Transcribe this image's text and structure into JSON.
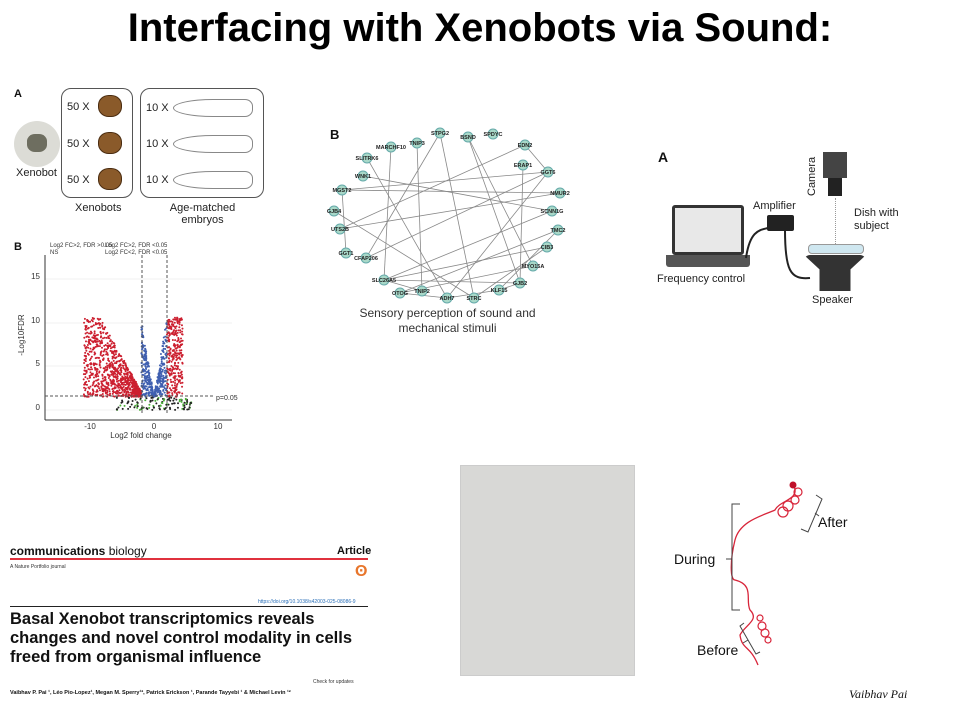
{
  "slide": {
    "title": "Interfacing with Xenobots via Sound:",
    "author": "Vaibhav Pai"
  },
  "panel_a": {
    "letter": "A",
    "xenobot_label": "Xenobot",
    "xenobot_counts": [
      "50 X",
      "50 X",
      "50 X"
    ],
    "embryo_counts": [
      "10 X",
      "10 X",
      "10 X"
    ],
    "xenobots_caption": "Xenobots",
    "embryos_caption": "Age-matched embryos"
  },
  "volcano": {
    "letter": "B",
    "legend": [
      "Log2 FC>2, FDR >0.05",
      "NS",
      "Log2 FC>2, FDR <0.05",
      "Log2 FC<2, FDR <0.05"
    ],
    "ylabel": "-Log10FDR",
    "xlabel": "Log2 fold change",
    "x_ticks": [
      "-10",
      "0",
      "10"
    ],
    "y_ticks": [
      "0",
      "5",
      "10",
      "15"
    ],
    "threshold_label": "p=0.05",
    "colors": {
      "sig": "#cc1f2f",
      "fdr": "#3f5fb0",
      "fc": "#4caf3a",
      "ns": "#222222"
    }
  },
  "network": {
    "letter": "B",
    "caption": "Sensory perception of sound and mechanical stimuli",
    "genes": [
      "STPG2",
      "BSND",
      "SPDYC",
      "EDN2",
      "MARCHF10",
      "TNIP3",
      "SLITRK6",
      "ERAP1",
      "GGT6",
      "WNK1",
      "MGST2",
      "NMUR2",
      "GJB4",
      "SCNN1G",
      "UTS2B",
      "TMC2",
      "GGT1",
      "CIB3",
      "CFAP206",
      "MYO15A",
      "SLC26A5",
      "GJB2",
      "OTOG",
      "TNIP2",
      "KLF15",
      "ADH7",
      "STRC"
    ],
    "node_color": "#a8d8c8"
  },
  "setup": {
    "letter": "A",
    "camera": "Camera",
    "amplifier": "Amplifier",
    "dish": "Dish with subject",
    "laptop": "Frequency control",
    "speaker": "Speaker"
  },
  "paper": {
    "journal_bold": "communications",
    "journal_light": "biology",
    "journal_sub": "A Nature Portfolio journal",
    "type": "Article",
    "doi": "https://doi.org/10.1038/s42003-025-08086-9",
    "title": "Basal Xenobot transcriptomics reveals changes and novel control modality in cells freed from organismal influence",
    "check": "Check for updates",
    "authors": "Vaibhav P. Pai ¹, Léo Pio-Lopez¹, Megan M. Sperry¹², Patrick Erickson ¹, Parande Tayyebi ¹ & Michael Levin ¹²",
    "accent": "#e0313d"
  },
  "trajectory": {
    "labels": {
      "after": "After",
      "during": "During",
      "before": "Before"
    },
    "color": "#d8253a"
  }
}
